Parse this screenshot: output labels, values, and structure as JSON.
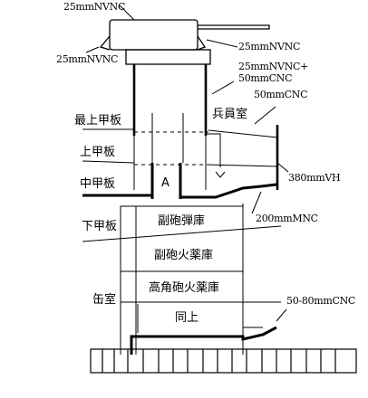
{
  "armor_labels": {
    "top_nvnc": "25mmNVNC",
    "hood_right_nvnc": "25mmNVNC",
    "hood_left_nvnc": "25mmNVNC",
    "combo": "25mmNVNC+",
    "cnc_50_upper": "50mmCNC",
    "cnc_50_room": "50mmCNC",
    "vh_380": "380mmVH",
    "mnc_200": "200mmMNC",
    "cnc_50_80": "50-80mmCNC"
  },
  "decks": {
    "top_deck": "最上甲板",
    "upper_deck": "上甲板",
    "middle_deck": "中甲板",
    "lower_deck": "下甲板"
  },
  "compartments": {
    "crew_room": "兵員室",
    "point_a": "A",
    "secondary_magazine": "副砲弾庫",
    "secondary_powder": "副砲火薬庫",
    "ha_powder": "高角砲火薬庫",
    "same_as_above": "同上",
    "boiler_room": "缶室"
  }
}
